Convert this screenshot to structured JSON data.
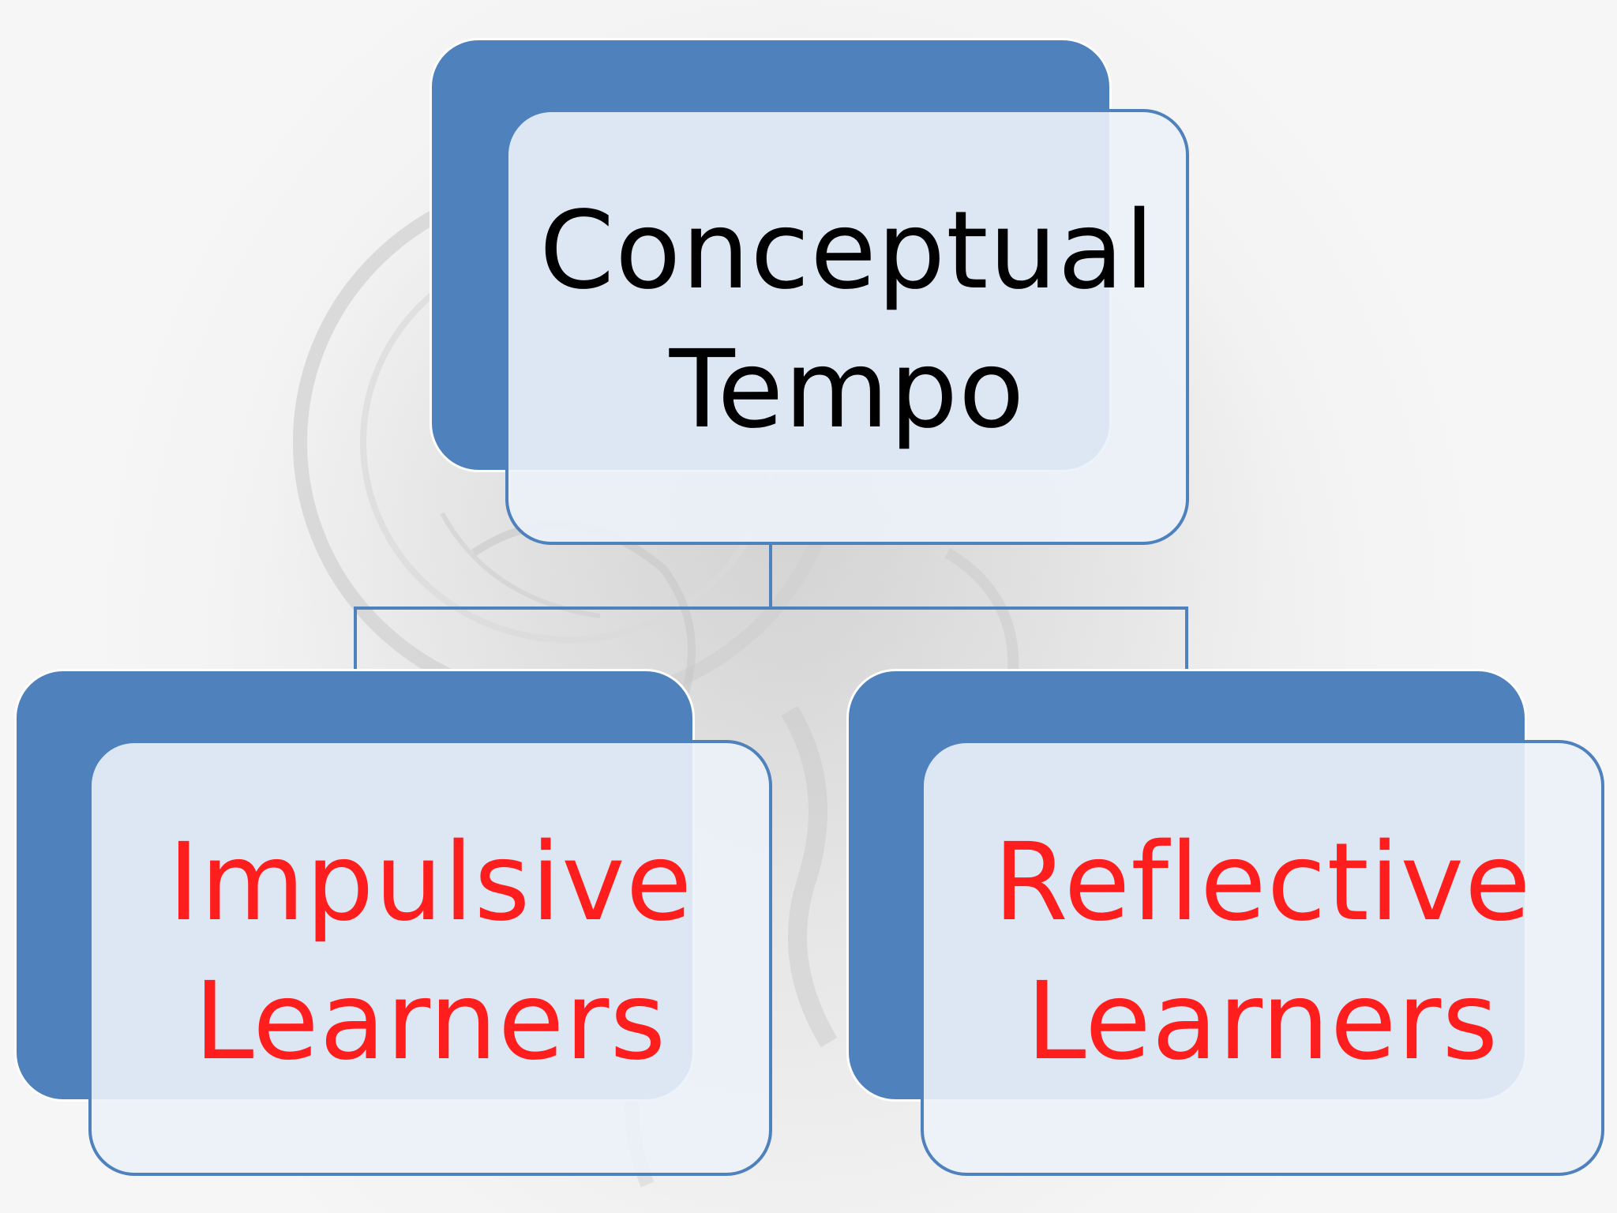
{
  "diagram": {
    "colors": {
      "box_fill": "#4f81bd",
      "root_text": "#000000",
      "child_text": "#ff1e1e",
      "connector": "#4f81bd"
    },
    "root": {
      "label": "Conceptual\nTempo"
    },
    "children": [
      {
        "label": "Impulsive\nLearners"
      },
      {
        "label": "Reflective\nLearners"
      }
    ]
  }
}
